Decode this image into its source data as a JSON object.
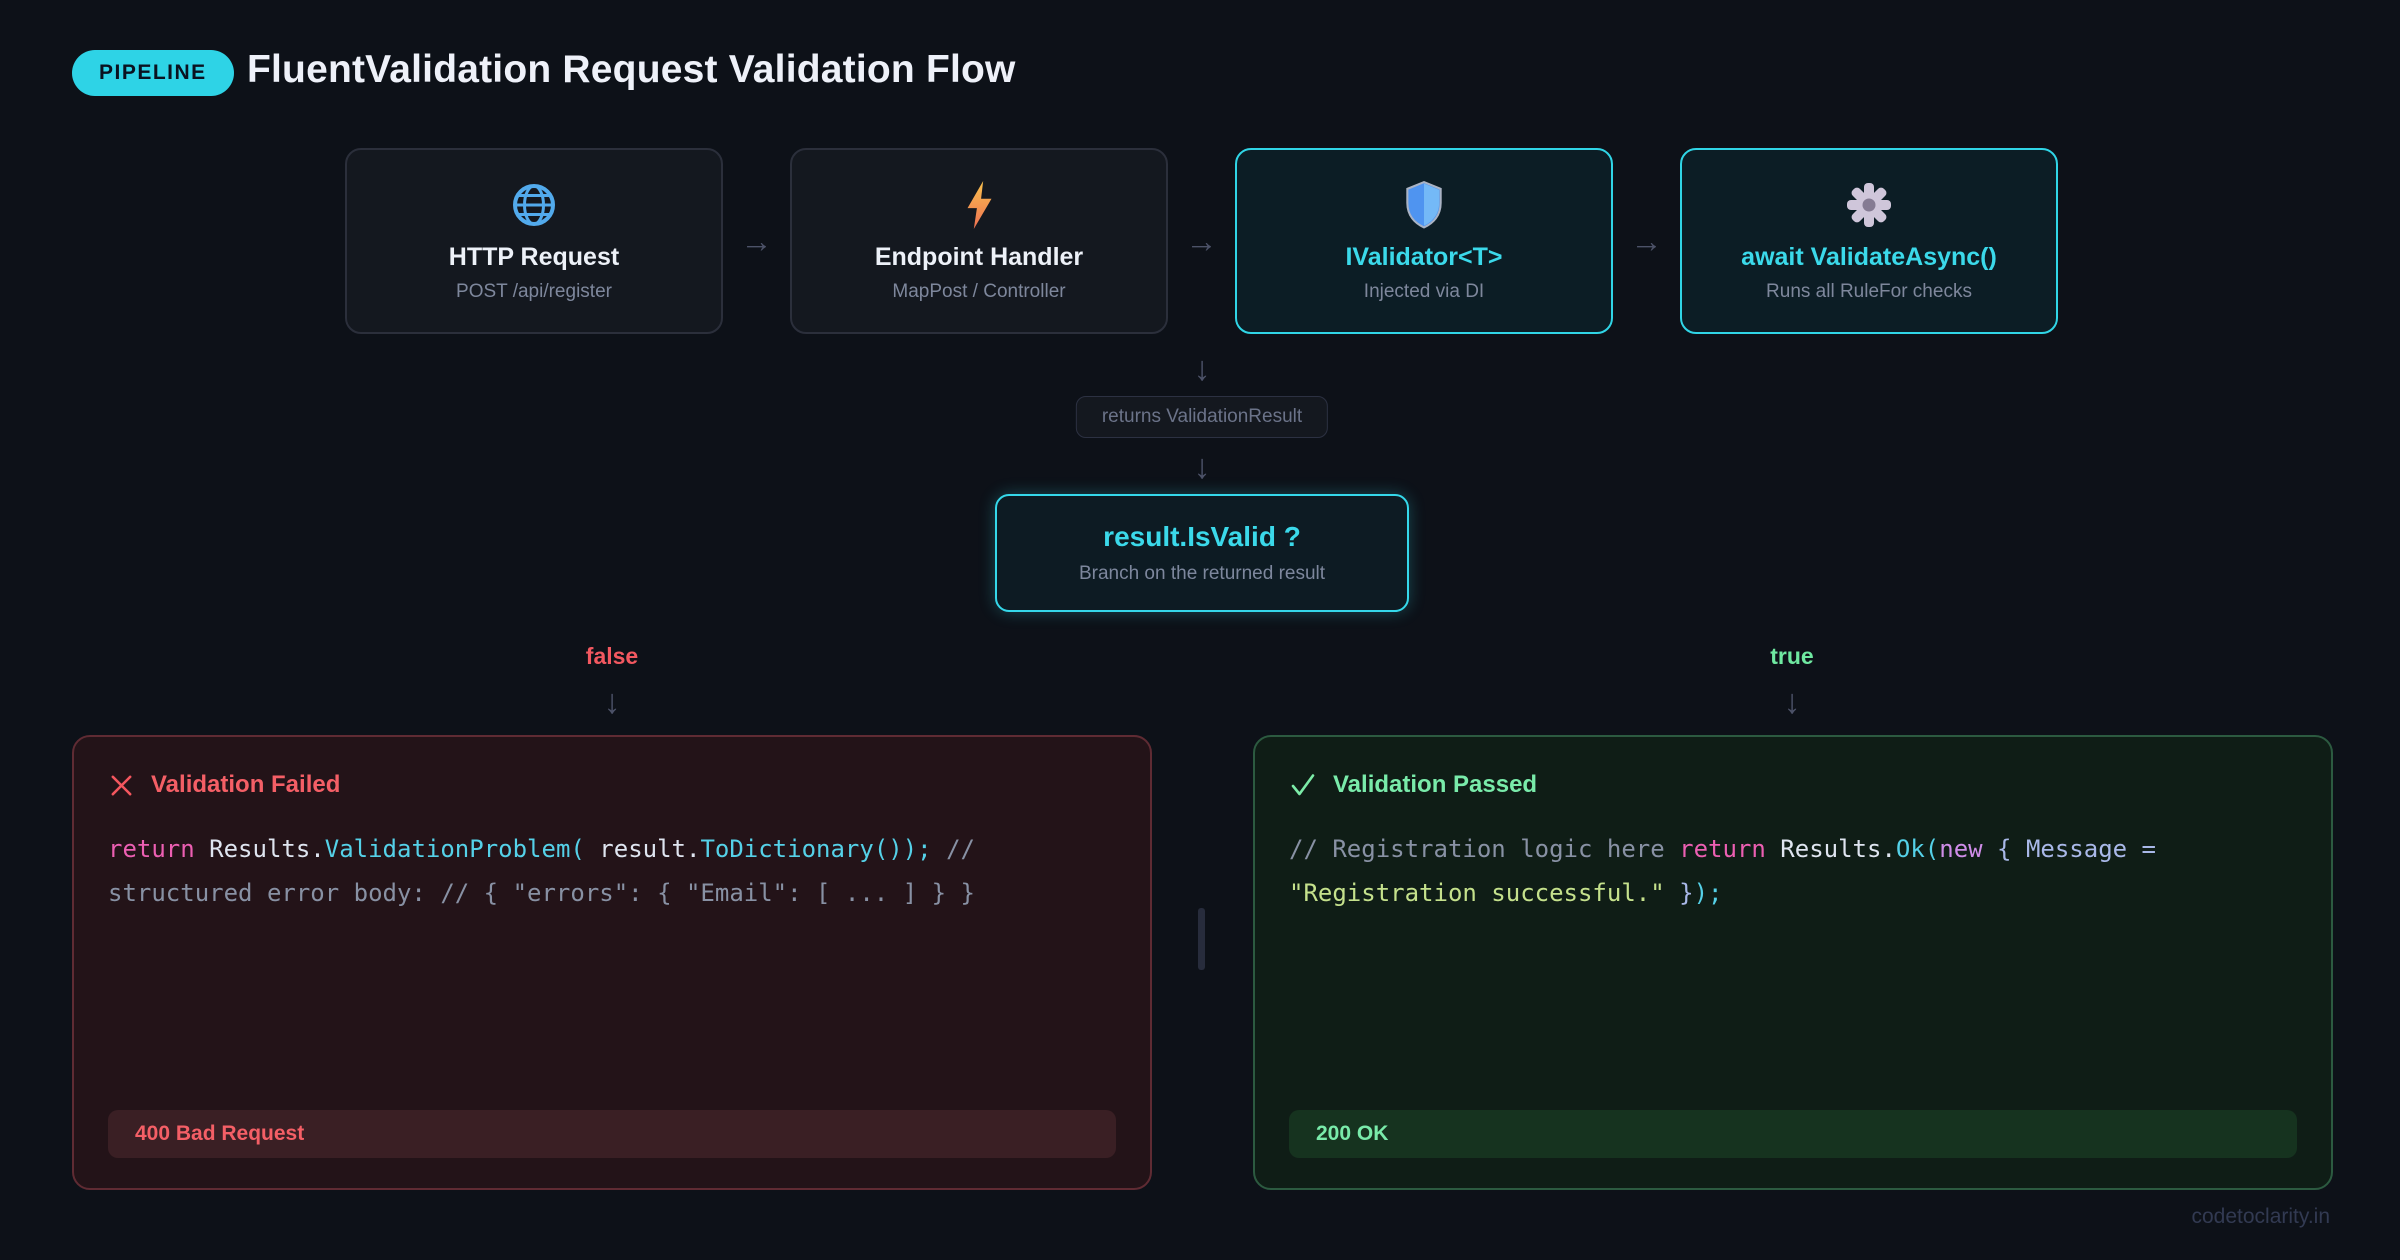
{
  "appearance": {
    "accent_cyan": "#35d8ea",
    "error_red": "#f25860",
    "success_green": "#6fe9a1",
    "background": "#0d1118"
  },
  "header": {
    "badge": "PIPELINE",
    "title": "FluentValidation Request Validation Flow"
  },
  "pipeline": {
    "nodes": [
      {
        "icon": "globe-icon",
        "title": "HTTP Request",
        "subtitle": "POST /api/register"
      },
      {
        "icon": "lightning-icon",
        "title": "Endpoint Handler",
        "subtitle": "MapPost / Controller"
      },
      {
        "icon": "shield-icon",
        "title": "IValidator<T>",
        "subtitle": "Injected via DI"
      },
      {
        "icon": "gear-icon",
        "title": "await ValidateAsync()",
        "subtitle": "Runs all RuleFor checks"
      }
    ]
  },
  "flow": {
    "arrow_right": "→",
    "arrow_down": "↓",
    "returns_label": "returns ValidationResult",
    "decision_title": "result.IsValid ?",
    "decision_subtitle": "Branch on the returned result",
    "false_label": "false",
    "true_label": "true"
  },
  "branch_failed": {
    "icon": "x-icon",
    "title": "Validation Failed",
    "status": "400 Bad Request",
    "code_tokens": [
      {
        "text": "return",
        "type": "kw"
      },
      {
        "text": " Results.",
        "type": "plain"
      },
      {
        "text": "ValidationProblem(",
        "type": "fn"
      },
      {
        "text": " result.",
        "type": "plain"
      },
      {
        "text": "ToDictionary());",
        "type": "fn"
      },
      {
        "text": " // structured error body: // { \"errors\": { \"Email\": [ ... ] } }",
        "type": "comment"
      }
    ]
  },
  "branch_passed": {
    "icon": "check-icon",
    "title": "Validation Passed",
    "status": "200 OK",
    "code_tokens": [
      {
        "text": "// Registration logic here ",
        "type": "comment"
      },
      {
        "text": "return",
        "type": "kw"
      },
      {
        "text": " Results.",
        "type": "plain"
      },
      {
        "text": "Ok(",
        "type": "fn"
      },
      {
        "text": "new",
        "type": "kw2"
      },
      {
        "text": " { Message = ",
        "type": "obj"
      },
      {
        "text": "\"Registration successful.\"",
        "type": "str"
      },
      {
        "text": " }",
        "type": "obj"
      },
      {
        "text": ");",
        "type": "fn"
      }
    ]
  },
  "watermark": "codetoclarity.in"
}
